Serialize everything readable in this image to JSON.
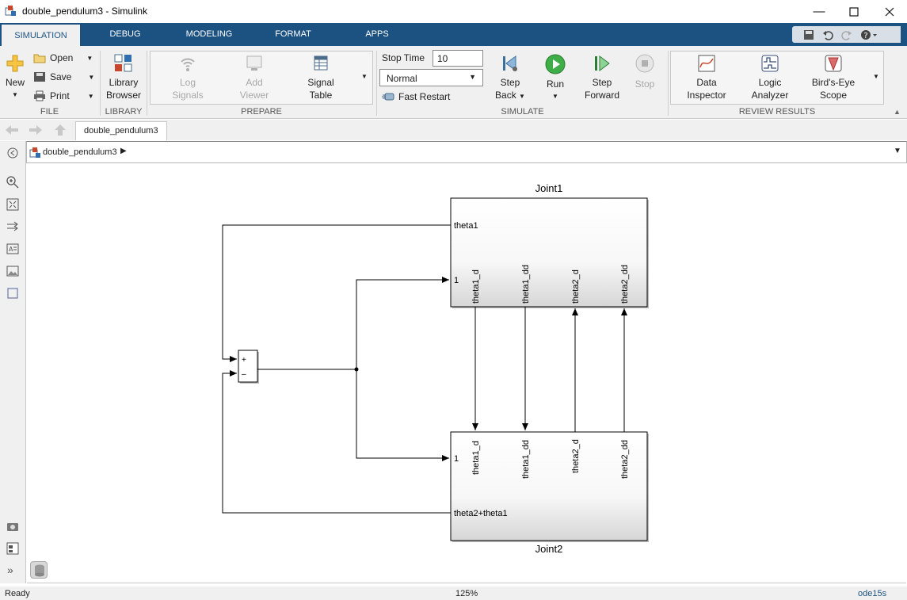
{
  "window": {
    "title": "double_pendulum3 - Simulink"
  },
  "ribbon": {
    "tabs": [
      "SIMULATION",
      "DEBUG",
      "MODELING",
      "FORMAT",
      "APPS"
    ],
    "active_tab": "SIMULATION",
    "file": {
      "label": "FILE",
      "new_label": "New",
      "open_label": "Open",
      "save_label": "Save",
      "print_label": "Print"
    },
    "library": {
      "label": "LIBRARY",
      "browser_label_1": "Library",
      "browser_label_2": "Browser"
    },
    "prepare": {
      "label": "PREPARE",
      "log_signals_1": "Log",
      "log_signals_2": "Signals",
      "add_viewer_1": "Add",
      "add_viewer_2": "Viewer",
      "signal_table_1": "Signal",
      "signal_table_2": "Table"
    },
    "simulate": {
      "label": "SIMULATE",
      "stop_time_label": "Stop Time",
      "stop_time_value": "10",
      "mode_value": "Normal",
      "fast_restart_label": "Fast Restart",
      "step_back_1": "Step",
      "step_back_2": "Back",
      "run_label": "Run",
      "step_forward_1": "Step",
      "step_forward_2": "Forward",
      "stop_label": "Stop"
    },
    "review": {
      "label": "REVIEW RESULTS",
      "data_inspector_1": "Data",
      "data_inspector_2": "Inspector",
      "logic_analyzer_1": "Logic",
      "logic_analyzer_2": "Analyzer",
      "birds_eye_1": "Bird's-Eye",
      "birds_eye_2": "Scope"
    }
  },
  "document_tab": "double_pendulum3",
  "breadcrumb": "double_pendulum3",
  "diagram": {
    "joint1": {
      "name": "Joint1",
      "in_left": [
        "theta1",
        "1"
      ],
      "bottom_ports": [
        "theta1_d",
        "theta1_dd",
        "theta2_d",
        "theta2_dd"
      ]
    },
    "joint2": {
      "name": "Joint2",
      "in_left": [
        "1",
        "theta2+theta1"
      ],
      "top_ports": [
        "theta1_d",
        "theta1_dd",
        "theta2_d",
        "theta2_dd"
      ]
    },
    "sum": {
      "signs": [
        "+",
        "–"
      ]
    }
  },
  "status": {
    "state": "Ready",
    "zoom": "125%",
    "solver": "ode15s"
  }
}
